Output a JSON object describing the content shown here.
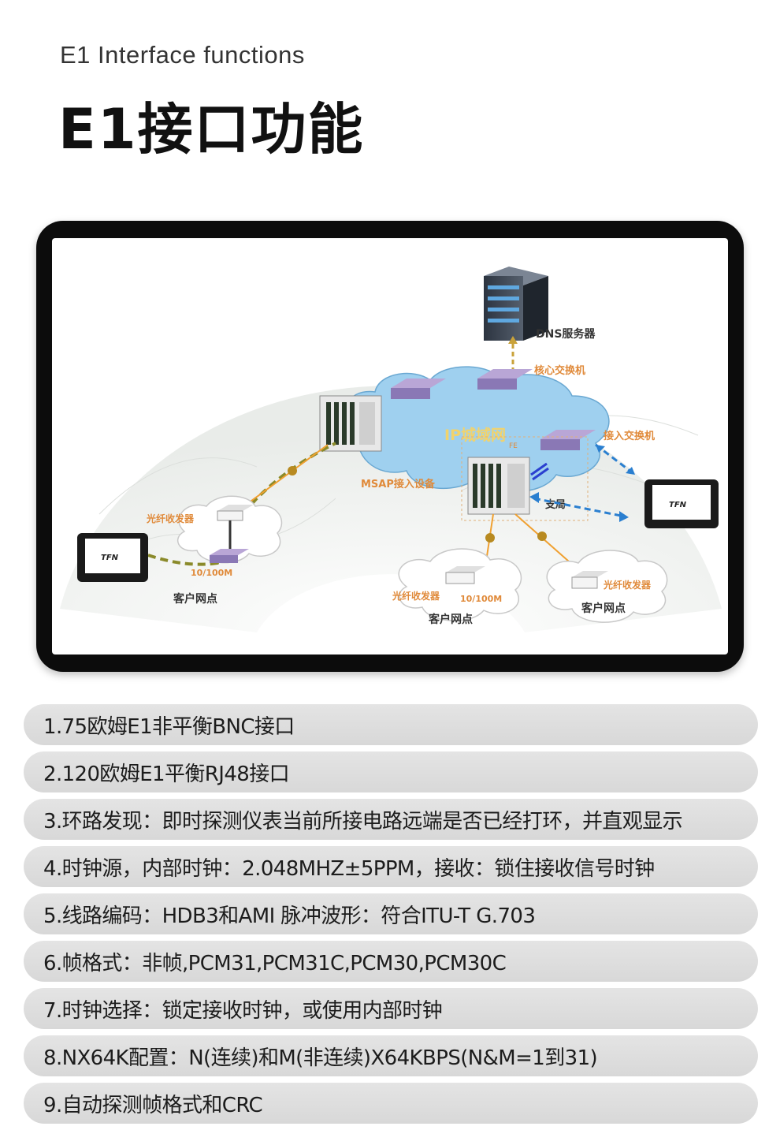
{
  "header": {
    "subtitle": "E1 Interface functions",
    "title": "E1接口功能"
  },
  "diagram": {
    "dns_label": "DNS服务器",
    "core_switch_label": "核心交换机",
    "ip_network_label": "IP城域网",
    "fe_label": "FE",
    "access_switch_label": "接入交换机",
    "msap_label": "MSAP接入设备",
    "branch_label": "支局",
    "fiber_transceiver_left": "光纤收发器",
    "fiber_transceiver_mid": "光纤收发器",
    "fiber_transceiver_right": "光纤收发器",
    "speed_left": "10/100M",
    "speed_mid": "10/100M",
    "customer_left": "客户网点",
    "customer_mid": "客户网点",
    "customer_right": "客户网点",
    "device_brand_left": "TFN",
    "device_brand_right": "TFN",
    "colors": {
      "cloud": "#9fd0ef",
      "fiber_dashed": "#8a8a2a",
      "copper_line": "#f0a030",
      "blue_dashed": "#2a7fd0",
      "label_orange": "#e08a3a"
    }
  },
  "features": [
    "1.75欧姆E1非平衡BNC接口",
    "2.120欧姆E1平衡RJ48接口",
    "3.环路发现：即时探测仪表当前所接电路远端是否已经打环，并直观显示",
    "4.时钟源，内部时钟：2.048MHZ±5PPM，接收：锁住接收信号时钟",
    "5.线路编码：HDB3和AMI   脉冲波形：符合ITU-T G.703",
    "6.帧格式：非帧,PCM31,PCM31C,PCM30,PCM30C",
    "7.时钟选择：锁定接收时钟，或使用内部时钟",
    "8.NX64K配置：N(连续)和M(非连续)X64KBPS(N&M=1到31)",
    "9.自动探测帧格式和CRC"
  ]
}
